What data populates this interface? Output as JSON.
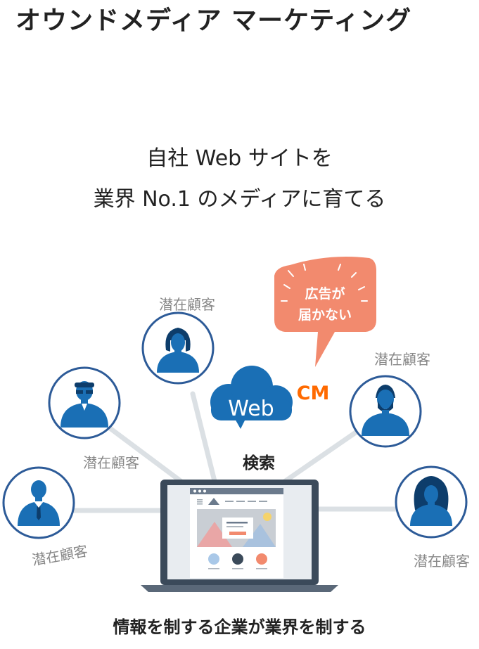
{
  "title": "オウンドメディア マーケティング",
  "headline": {
    "line1": "自社 Web サイトを",
    "line2": "業界 No.1 のメディアに育てる"
  },
  "diagram": {
    "customer_label": "潜在顧客",
    "bubble_line1": "広告が",
    "bubble_line2": "届かない",
    "cm_label": "CM",
    "web_label": "Web",
    "search_label": "検索"
  },
  "footer": "情報を制する企業が業界を制する",
  "colors": {
    "blue": "#1a6fb5",
    "circle_border": "#2d5b98",
    "line_gray": "#dbe0e4",
    "bubble": "#f28a6e",
    "cm": "#ff6a00",
    "label_gray": "#888888",
    "laptop": "#3b4a5a"
  },
  "icons": [
    "person-icon",
    "cloud-icon",
    "speech-bubble-icon",
    "laptop-icon"
  ]
}
